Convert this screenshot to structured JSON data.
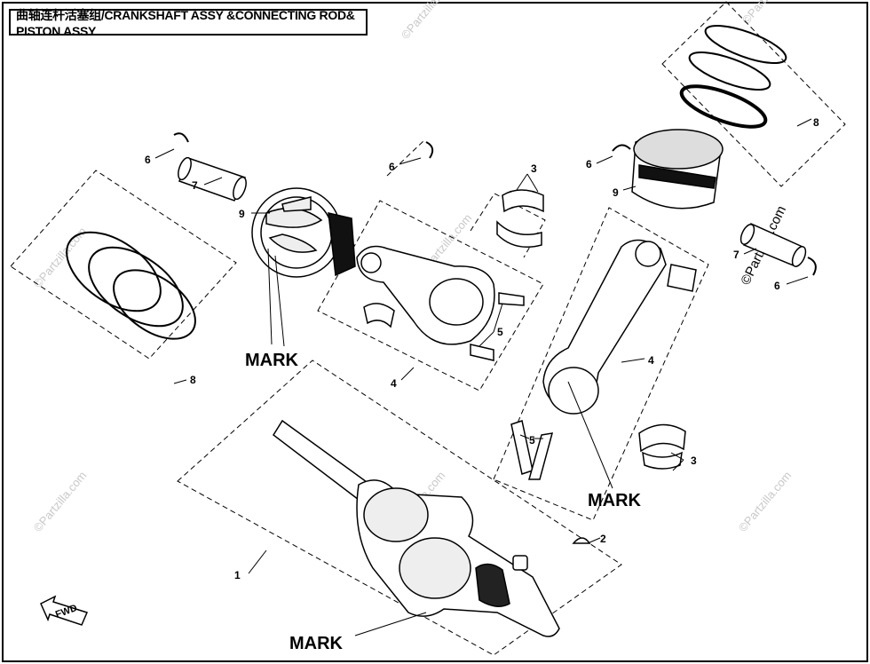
{
  "diagram": {
    "title": "曲轴连杆活塞组/CRANKSHAFT ASSY &CONNECTING ROD& PISTON ASSY",
    "watermark": "©Partzilla.com",
    "mark_label": "MARK",
    "fwd_label": "FWD",
    "callouts": {
      "crankshaft": "1",
      "key": "2",
      "bearing_left": "3",
      "bearing_right": "3",
      "rod_left": "4",
      "rod_right": "4",
      "bolt_left": "5",
      "bolt_right": "5",
      "clip_left": "6",
      "clip_middle": "6",
      "clip_upper_right": "6",
      "clip_lower_right": "6",
      "pin_left": "7",
      "pin_right": "7",
      "rings_left": "8",
      "rings_right": "8",
      "piston_left": "9",
      "piston_right": "9"
    }
  }
}
